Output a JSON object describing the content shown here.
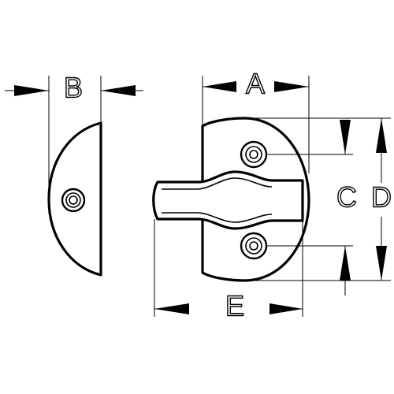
{
  "diagram": {
    "dimension_labels": {
      "a": "A",
      "b": "B",
      "c": "C",
      "d": "D",
      "e": "E"
    }
  }
}
